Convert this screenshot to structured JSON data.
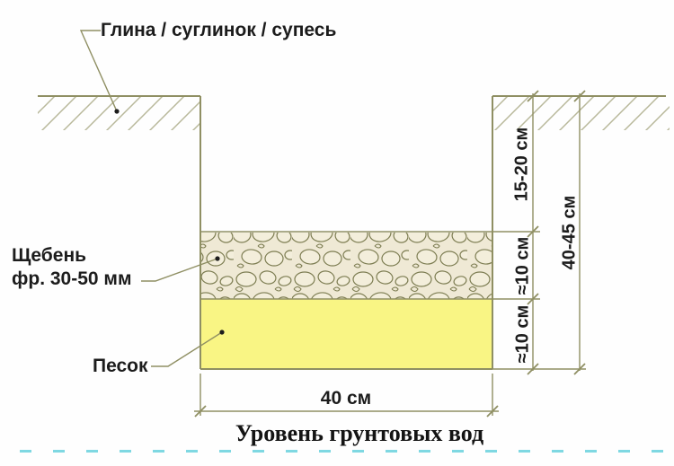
{
  "diagram": {
    "top_label": "Глина / суглинок / супесь",
    "gravel_label_line1": "Щебень",
    "gravel_label_line2": "фр. 30-50 мм",
    "sand_label": "Песок",
    "groundwater_label": "Уровень грунтовых вод",
    "dims": {
      "upper_backfill": "15-20 см",
      "gravel_thickness": "≈10 см",
      "sand_thickness": "≈10 см",
      "total_depth": "40-45 см",
      "trench_width": "40 см"
    },
    "colors": {
      "line": "#8f8f63",
      "hatch": "#b8b89a",
      "gravel_bg": "#efe9d5",
      "stone_fill": "#f3eedb",
      "stone_outline": "#7d7d52",
      "sand": "#f9f584",
      "water_dash": "#7fd8e2",
      "text": "#1c1c1c"
    }
  }
}
